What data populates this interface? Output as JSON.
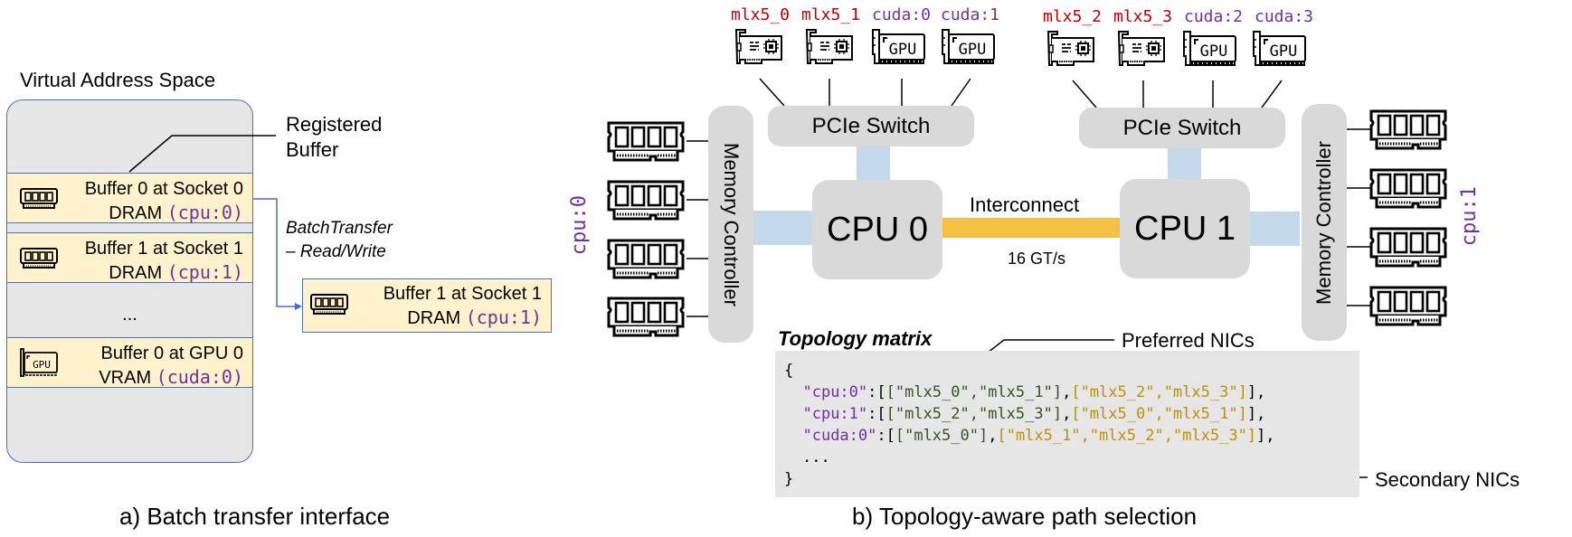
{
  "panel_a": {
    "title": "Virtual Address Space",
    "registered_label_line1": "Registered",
    "registered_label_line2": "Buffer",
    "transfer_label_line1": "BatchTransfer",
    "transfer_label_line2": "– Read/Write",
    "ellipsis": "...",
    "buffers": [
      {
        "line1": "Buffer 0 at Socket 0",
        "line2_prefix": "DRAM ",
        "tag": "(cpu:0)",
        "icon": "ram-icon"
      },
      {
        "line1": "Buffer 1 at Socket 1",
        "line2_prefix": "DRAM ",
        "tag": "(cpu:1)",
        "icon": "ram-icon"
      },
      {
        "line1": "Buffer 0 at GPU 0",
        "line2_prefix": "VRAM ",
        "tag": "(cuda:0)",
        "icon": "gpu-icon"
      }
    ],
    "target_buffer": {
      "line1": "Buffer 1 at Socket 1",
      "line2_prefix": "DRAM ",
      "tag": "(cpu:1)",
      "icon": "ram-icon"
    },
    "caption": "a) Batch transfer interface"
  },
  "panel_b": {
    "devices_left": [
      {
        "label": "mlx5_0",
        "type": "nic"
      },
      {
        "label": "mlx5_1",
        "type": "nic"
      },
      {
        "label": "cuda:0",
        "type": "gpu"
      },
      {
        "label": "cuda:1",
        "type": "gpu"
      }
    ],
    "devices_right": [
      {
        "label": "mlx5_2",
        "type": "nic"
      },
      {
        "label": "mlx5_3",
        "type": "nic"
      },
      {
        "label": "cuda:2",
        "type": "gpu"
      },
      {
        "label": "cuda:3",
        "type": "gpu"
      }
    ],
    "gpu_chip_text": "GPU",
    "pcie_switch": "PCIe Switch",
    "memory_controller": "Memory Controller",
    "cpu0": "CPU 0",
    "cpu1": "CPU 1",
    "interconnect": "Interconnect",
    "interconnect_speed": "16 GT/s",
    "cpu0_tag": "cpu:0",
    "cpu1_tag": "cpu:1",
    "topology_title": "Topology matrix",
    "preferred_label": "Preferred NICs",
    "secondary_label": "Secondary NICs",
    "topology": {
      "open": "{",
      "rows": [
        {
          "key": "\"cpu:0\"",
          "preferred": "[\"mlx5_0\",\"mlx5_1\"]",
          "secondary": "[\"mlx5_2\",\"mlx5_3\"]"
        },
        {
          "key": "\"cpu:1\"",
          "preferred": "[\"mlx5_2\",\"mlx5_3\"]",
          "secondary": "[\"mlx5_0\",\"mlx5_1\"]"
        },
        {
          "key": "\"cuda:0\"",
          "preferred": "[\"mlx5_0\"]",
          "secondary": "[\"mlx5_1\",\"mlx5_2\",\"mlx5_3\"]"
        }
      ],
      "ellipsis": "...",
      "close": "}"
    },
    "caption": "b) Topology-aware path selection"
  },
  "colors": {
    "link_blue": "#c5d9ed",
    "interconnect_gold": "#f4c142",
    "box_gray": "#d9d9d9",
    "buffer_fill": "#fff2cc",
    "border_blue": "#4472c4",
    "tag_purple": "#7030a0",
    "nic_red": "#c00000",
    "preferred_green": "#375623",
    "secondary_gold": "#bf9000"
  }
}
